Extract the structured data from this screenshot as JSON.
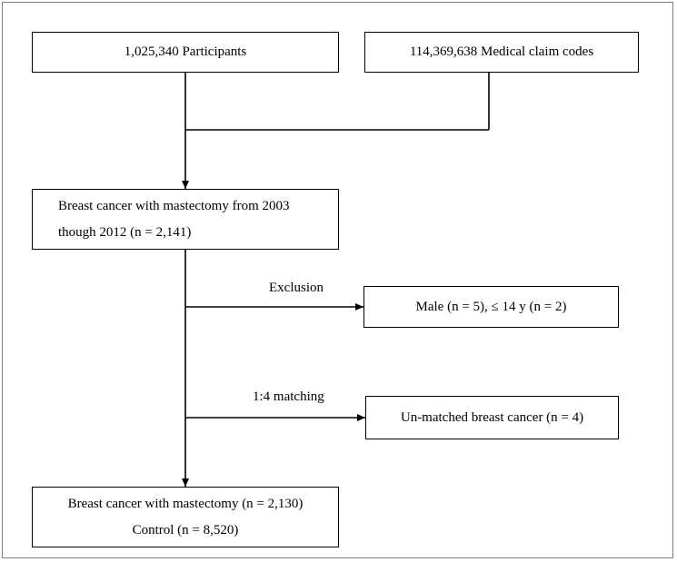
{
  "boxes": {
    "participants": "1,025,340 Participants",
    "claims": "114,369,638 Medical claim codes",
    "cohort_line1": "Breast cancer with mastectomy from 2003",
    "cohort_line2": "though 2012  (n = 2,141)",
    "excluded": "Male (n = 5), ≤ 14 y (n = 2)",
    "unmatched": "Un-matched breast cancer (n = 4)",
    "final_line1": "Breast cancer with mastectomy (n = 2,130)",
    "final_line2": "Control (n = 8,520)"
  },
  "labels": {
    "exclusion": "Exclusion",
    "matching": "1:4 matching"
  }
}
